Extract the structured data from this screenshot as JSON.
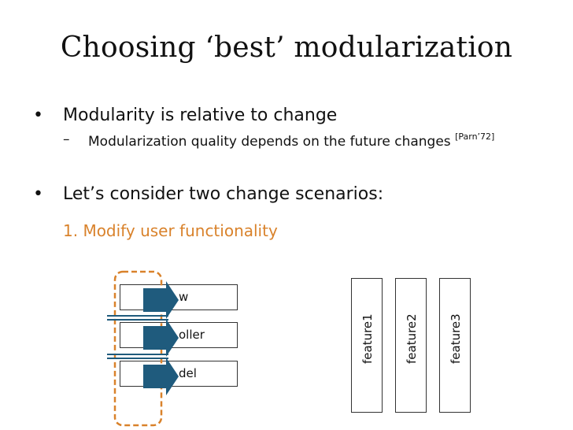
{
  "title": "Choosing ‘best’ modularization",
  "bullets": [
    {
      "marker": "•",
      "text": "Modularity is relative to change",
      "sub": {
        "marker": "–",
        "text": "Modularization quality depends on the future changes",
        "citation": "[Parn’72]"
      }
    },
    {
      "marker": "•",
      "text": "Let’s consider two change scenarios:"
    }
  ],
  "scenario": "1. Modify user functionality",
  "diagram": {
    "layers": [
      "w",
      "oller",
      "del"
    ],
    "features": [
      "feature1",
      "feature2",
      "feature3"
    ],
    "colors": {
      "arrow": "#1f5b7d",
      "dashed_outline": "#d9822b",
      "lines": "#1f5b7d"
    }
  }
}
